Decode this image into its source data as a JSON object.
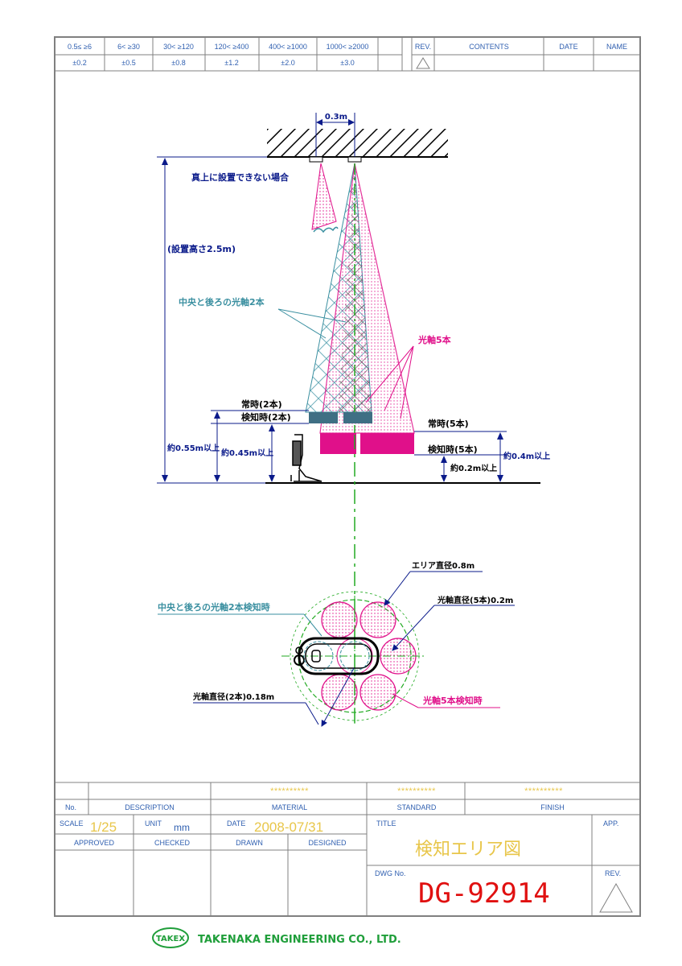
{
  "tolerance_table": {
    "ranges": [
      "0.5≤ ≥6",
      "6< ≥30",
      "30< ≥120",
      "120< ≥400",
      "400< ≥1000",
      "1000< ≥2000"
    ],
    "tolerances": [
      "±0.2",
      "±0.5",
      "±0.8",
      "±1.2",
      "±2.0",
      "±3.0"
    ]
  },
  "revision_table": {
    "headers": {
      "rev": "REV.",
      "contents": "CONTENTS",
      "date": "DATE",
      "name": "NAME"
    }
  },
  "elevation": {
    "spacing_label": "0.3m",
    "alt_mount_label": "真上に設置できない場合",
    "height_label": "(設置高さ2.5m)",
    "two_axis_label": "中央と後ろの光軸2本",
    "five_axis_label": "光軸5本",
    "normal_two_label": "常時(2本)",
    "detect_two_label": "検知時(2本)",
    "normal_five_label": "常時(5本)",
    "detect_five_label": "検知時(5本)",
    "dim_055": "約0.55m以上",
    "dim_045": "約0.45m以上",
    "dim_04": "約0.4m以上",
    "dim_02": "約0.2m以上"
  },
  "plan": {
    "area_diameter_label": "エリア直径0.8m",
    "two_axis_detect_label": "中央と後ろの光軸2本検知時",
    "five_axis_diameter_label": "光軸直径(5本)0.2m",
    "two_axis_diameter_label": "光軸直径(2本)0.18m",
    "five_axis_detect_label": "光軸5本検知時"
  },
  "title_block": {
    "placeholders": [
      "**********",
      "**********",
      "**********"
    ],
    "headers": {
      "no": "No.",
      "description": "DESCRIPTION",
      "material": "MATERIAL",
      "standard": "STANDARD",
      "finish": "FINISH"
    },
    "scale_label": "SCALE",
    "scale_value": "1/25",
    "unit_label": "UNIT",
    "unit_value": "mm",
    "date_label": "DATE",
    "date_value": "2008-07/31",
    "title_label": "TITLE",
    "title_value": "検知エリア図",
    "app_label": "APP.",
    "approved": "APPROVED",
    "checked": "CHECKED",
    "drawn": "DRAWN",
    "designed": "DESIGNED",
    "dwg_no_label": "DWG No.",
    "dwg_no_value": "DG-92914",
    "rev_label": "REV."
  },
  "company": {
    "logo_text": "TAKEX",
    "name": "TAKENAKA ENGINEERING CO., LTD."
  },
  "colors": {
    "frame": "#808080",
    "table_text": "#2f5fb0",
    "dimension": "#0a1a8a",
    "five_axis": "#e0108a",
    "two_axis": "#3a8fa0",
    "center_line": "#22aa22",
    "placeholder": "#e8c64a",
    "dwg_no": "#e01010",
    "company_green": "#1f9e3a"
  }
}
